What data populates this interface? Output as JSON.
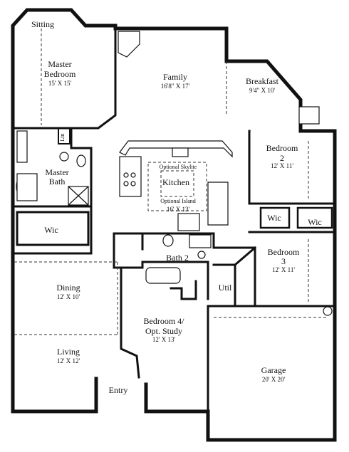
{
  "rooms": {
    "sitting": {
      "name": "Sitting"
    },
    "master_bedroom": {
      "name_line1": "Master",
      "name_line2": "Bedroom",
      "dims": "15' X 15'"
    },
    "family": {
      "name": "Family",
      "dims": "16'8\" X 17'"
    },
    "breakfast": {
      "name": "Breakfast",
      "dims": "9'4\" X 10'"
    },
    "bedroom2": {
      "name_line1": "Bedroom",
      "name_line2": "2",
      "dims": "12' X 11'"
    },
    "master_bath": {
      "name_line1": "Master",
      "name_line2": "Bath"
    },
    "lin": {
      "name": "Lin"
    },
    "kitchen": {
      "name": "Kitchen",
      "dims": "16' X 13'",
      "note_skylite": "Optional Skylite",
      "note_island": "Optional Island"
    },
    "master_wic": {
      "name": "Wic"
    },
    "wic_left": {
      "name": "Wic"
    },
    "wic_right": {
      "name": "Wic"
    },
    "bath2": {
      "name": "Bath 2"
    },
    "bedroom3": {
      "name_line1": "Bedroom",
      "name_line2": "3",
      "dims": "12' X 11'"
    },
    "dining": {
      "name": "Dining",
      "dims": "12' X 10'"
    },
    "util": {
      "name": "Util"
    },
    "bedroom4": {
      "name_line1": "Bedroom 4/",
      "name_line2": "Opt. Study",
      "dims": "12' X 13'"
    },
    "living": {
      "name": "Living",
      "dims": "12' X 12'"
    },
    "garage": {
      "name": "Garage",
      "dims": "20' X 20'"
    },
    "entry": {
      "name": "Entry"
    }
  }
}
